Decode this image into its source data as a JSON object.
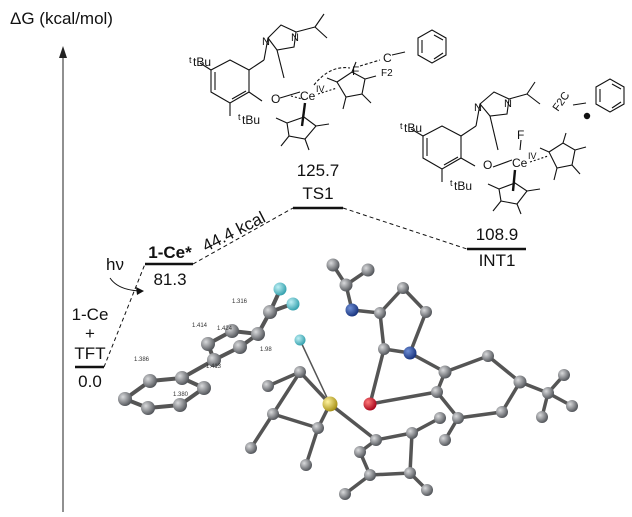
{
  "axis": {
    "label": "ΔG (kcal/mol)"
  },
  "levels": {
    "reactants": {
      "line1": "1-Ce",
      "line2": "+",
      "line3": "TFT",
      "energy": "0.0"
    },
    "excited": {
      "label": "1-Ce*",
      "energy": "81.3"
    },
    "ts": {
      "label": "TS1",
      "energy": "125.7"
    },
    "int": {
      "label": "INT1",
      "energy": "108.9"
    }
  },
  "annotations": {
    "light": "hν",
    "barrier": "44.4 kcal"
  },
  "ts_structure": {
    "tbu_top": "tBu",
    "tbu_bottom": "tBu",
    "o": "O",
    "n1": "N",
    "n2": "N",
    "ce": "Ce",
    "ox": "IV",
    "f": "F",
    "c": "C",
    "f2": "F2"
  },
  "int_structure": {
    "tbu_top": "tBu",
    "tbu_bottom": "tBu",
    "o": "O",
    "n1": "N",
    "n2": "N",
    "ce": "Ce",
    "ox": "IV",
    "f": "F",
    "f2c": "F2C"
  },
  "bond_lengths": [
    "1.316",
    "1.414",
    "1.424",
    "1.386",
    "1.413",
    "1.380",
    "1.98"
  ],
  "colors": {
    "nitrogen": "#1d3f8f",
    "oxygen": "#c8102e",
    "fluorine": "#3fb6c4",
    "cerium": "#c9b22a",
    "carbon": "#6b6e73"
  }
}
